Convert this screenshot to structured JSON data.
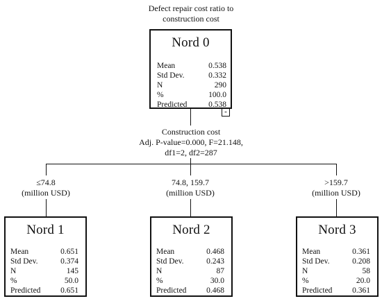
{
  "target": {
    "label": "Defect repair cost ratio to construction cost"
  },
  "root": {
    "title": "Nord 0",
    "stats": [
      {
        "label": "Mean",
        "value": "0.538"
      },
      {
        "label": "Std Dev.",
        "value": "0.332"
      },
      {
        "label": "N",
        "value": "290"
      },
      {
        "label": "%",
        "value": "100.0"
      },
      {
        "label": "Predicted",
        "value": "0.538"
      }
    ],
    "toggle": "-"
  },
  "split": {
    "variable": "Construction cost",
    "line2": "Adj. P-value=0.000, F=21.148,",
    "line3": "df1=2, df2=287"
  },
  "branches": [
    {
      "range": "≤74.8",
      "unit": "(million USD)"
    },
    {
      "range": "74.8, 159.7",
      "unit": "(million USD)"
    },
    {
      "range": ">159.7",
      "unit": "(million USD)"
    }
  ],
  "children": [
    {
      "title": "Nord 1",
      "stats": [
        {
          "label": "Mean",
          "value": "0.651"
        },
        {
          "label": "Std Dev.",
          "value": "0.374"
        },
        {
          "label": "N",
          "value": "145"
        },
        {
          "label": "%",
          "value": "50.0"
        },
        {
          "label": "Predicted",
          "value": "0.651"
        }
      ]
    },
    {
      "title": "Nord 2",
      "stats": [
        {
          "label": "Mean",
          "value": "0.468"
        },
        {
          "label": "Std Dev.",
          "value": "0.243"
        },
        {
          "label": "N",
          "value": "87"
        },
        {
          "label": "%",
          "value": "30.0"
        },
        {
          "label": "Predicted",
          "value": "0.468"
        }
      ]
    },
    {
      "title": "Nord 3",
      "stats": [
        {
          "label": "Mean",
          "value": "0.361"
        },
        {
          "label": "Std Dev.",
          "value": "0.208"
        },
        {
          "label": "N",
          "value": "58"
        },
        {
          "label": "%",
          "value": "20.0"
        },
        {
          "label": "Predicted",
          "value": "0.361"
        }
      ]
    }
  ]
}
